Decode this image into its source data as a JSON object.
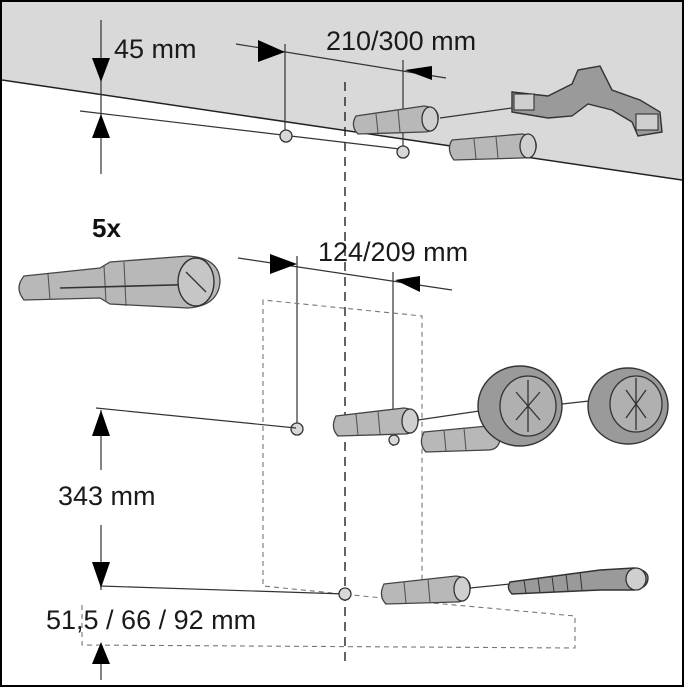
{
  "labels": {
    "top_gap": "45 mm",
    "top_spacing": "210/300 mm",
    "mid_spacing": "124/209 mm",
    "vertical_spacing": "343 mm",
    "bottom_offsets": "51,5 / 66 / 92 mm",
    "quantity": "5x"
  },
  "icons": {
    "wall_dowel": "wall-plug-icon",
    "mounting_bracket": "bracket-icon",
    "wall_bumper": "bumper-icon",
    "screw": "screw-icon"
  }
}
